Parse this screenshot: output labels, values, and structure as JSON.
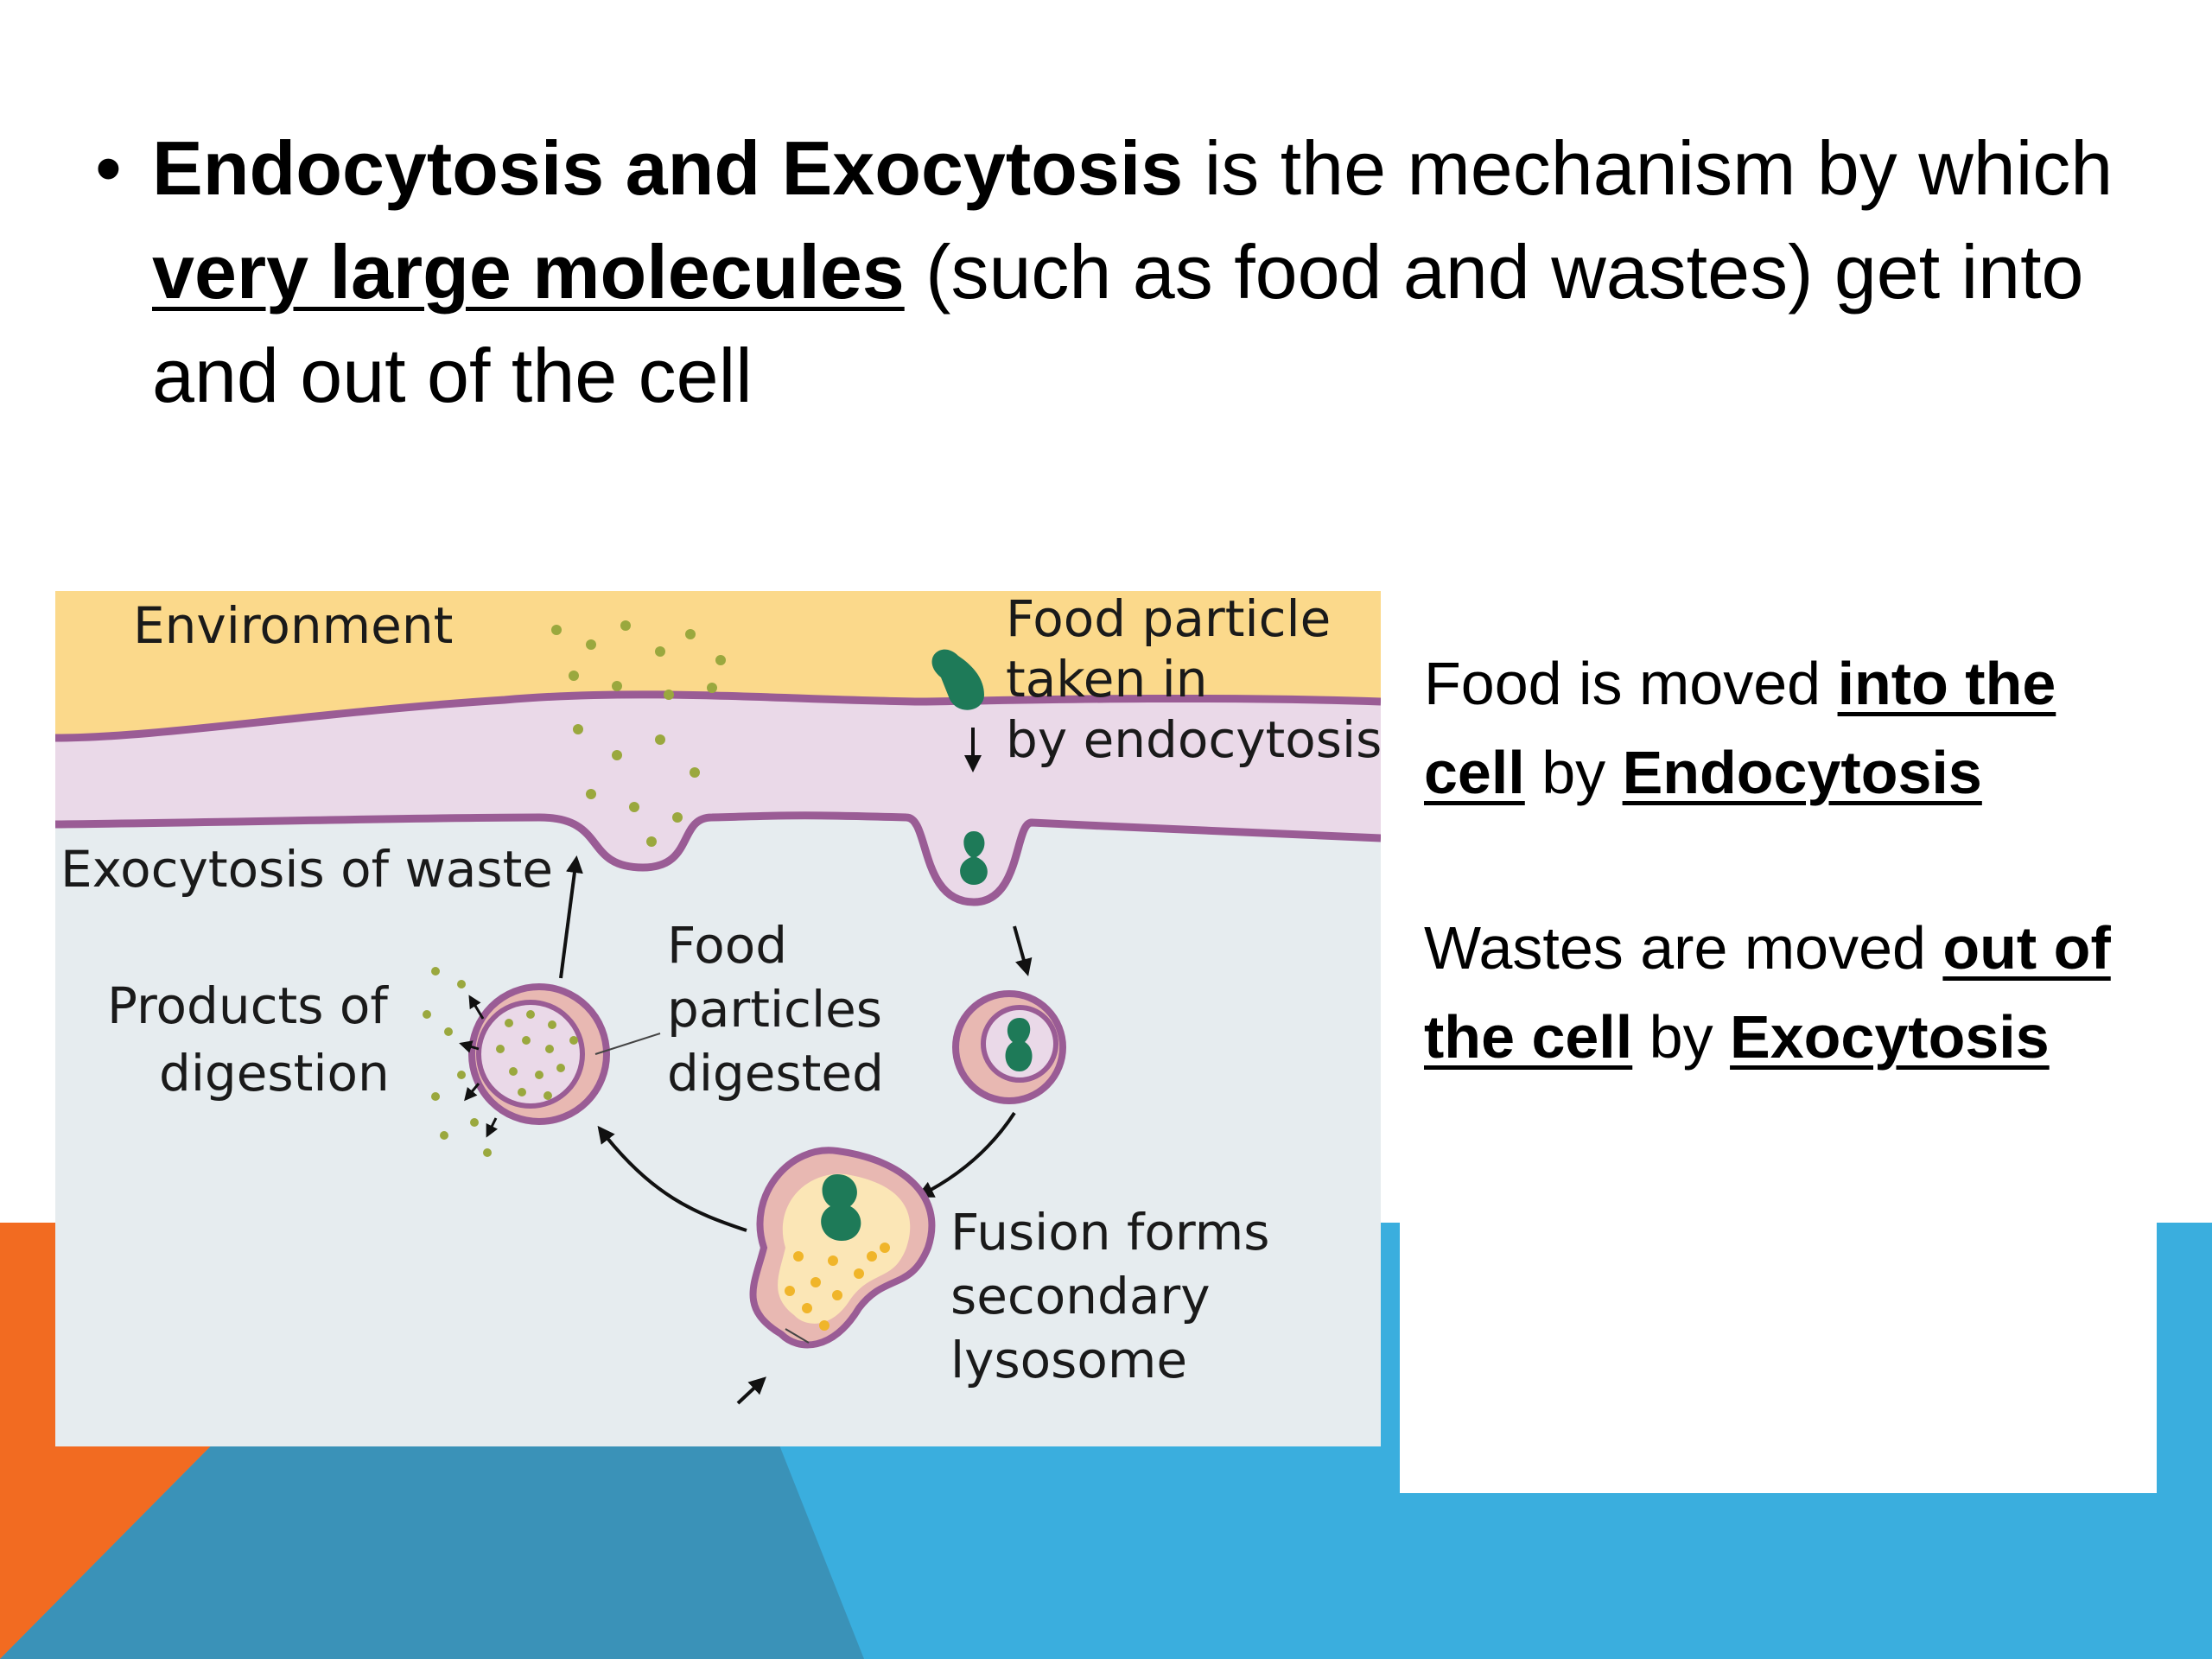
{
  "slide": {
    "colors": {
      "orange": "#f26b21",
      "teal": "#3a92b8",
      "blue": "#3aaede",
      "diagram_bg": "#e6ecef",
      "environment": "#fbd98b",
      "membrane": "#9a5c95"
    },
    "bullet": {
      "bold_term": "Endocytosis and Exocytosis",
      "text_1": " is the mechanism by which ",
      "underlined_term": "very large molecules",
      "text_2": " (such as food and wastes) get into and out of the cell"
    },
    "diagram": {
      "label_environment": "Environment",
      "label_food_particle": [
        "Food particle",
        "taken in",
        "by endocytosis"
      ],
      "label_exocytosis": "Exocytosis of waste",
      "label_products": [
        "Products of",
        "digestion"
      ],
      "label_food_digested": [
        "Food",
        "particles",
        "digested"
      ],
      "label_fusion": [
        "Fusion forms",
        "secondary",
        "lysosome"
      ]
    },
    "side_text": {
      "p1_text_1": "Food is moved ",
      "p1_bold_1": "into the cell",
      "p1_text_2": " by ",
      "p1_bold_2": "Endocytosis",
      "p2_text_1": "Wastes are moved ",
      "p2_bold_1": "out of the cell",
      "p2_text_2": " by ",
      "p2_bold_2": "Exocytosis"
    }
  }
}
